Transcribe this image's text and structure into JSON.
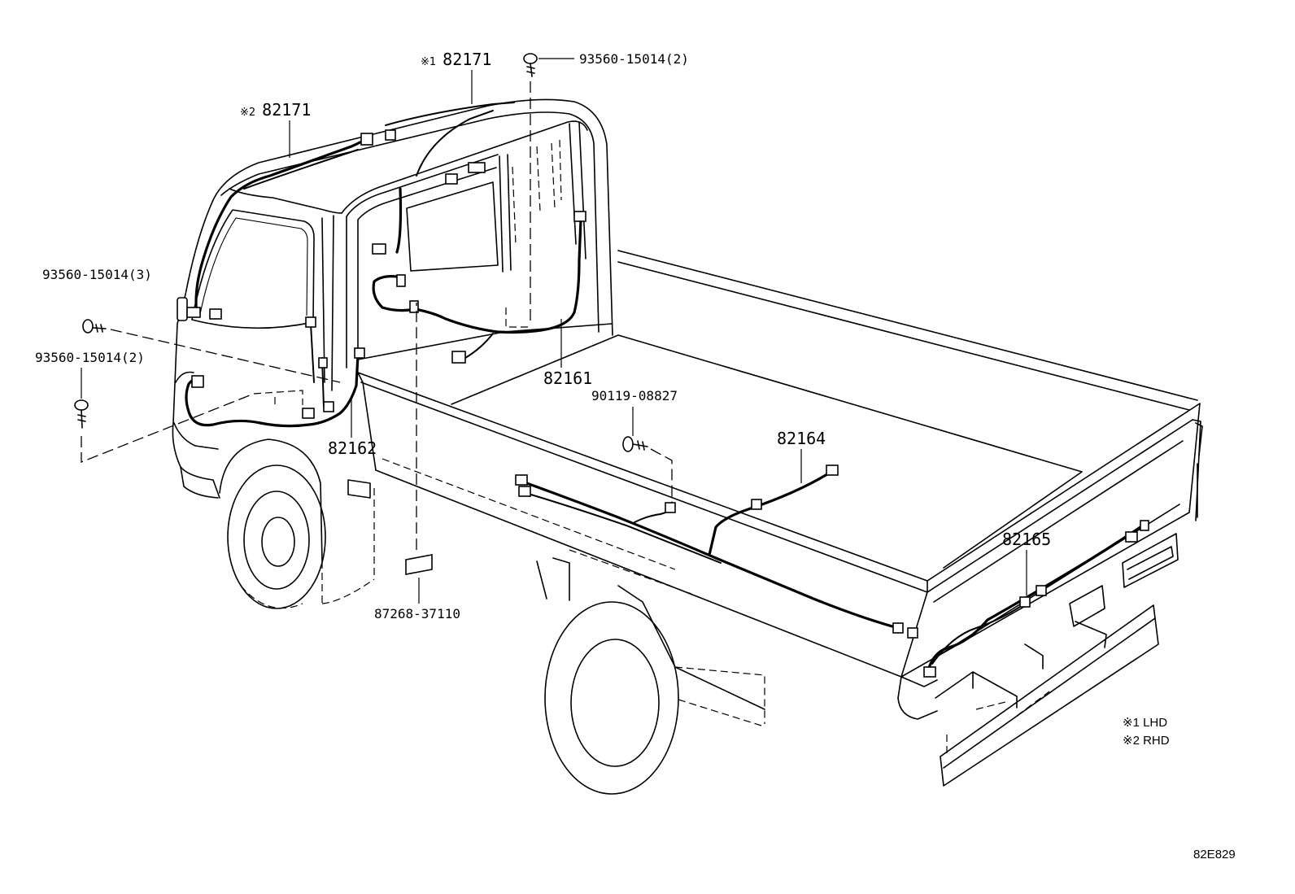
{
  "diagram": {
    "callouts": {
      "harness_82171_lhd": {
        "mark": "※1",
        "part_no": "82171"
      },
      "harness_82171_rhd": {
        "mark": "※2",
        "part_no": "82171"
      },
      "screw_roof": "93560-15014(2)",
      "screw_cab_upper": "93560-15014(3)",
      "screw_cab_lower": "93560-15014(2)",
      "harness_82161": "82161",
      "bolt_bed": "90119-08827",
      "harness_82164": "82164",
      "harness_82162": "82162",
      "harness_82165": "82165",
      "label_87268": "87268-37110"
    },
    "legend": [
      "※1 LHD",
      "※2 RHD"
    ],
    "figure_code": "82E829"
  }
}
